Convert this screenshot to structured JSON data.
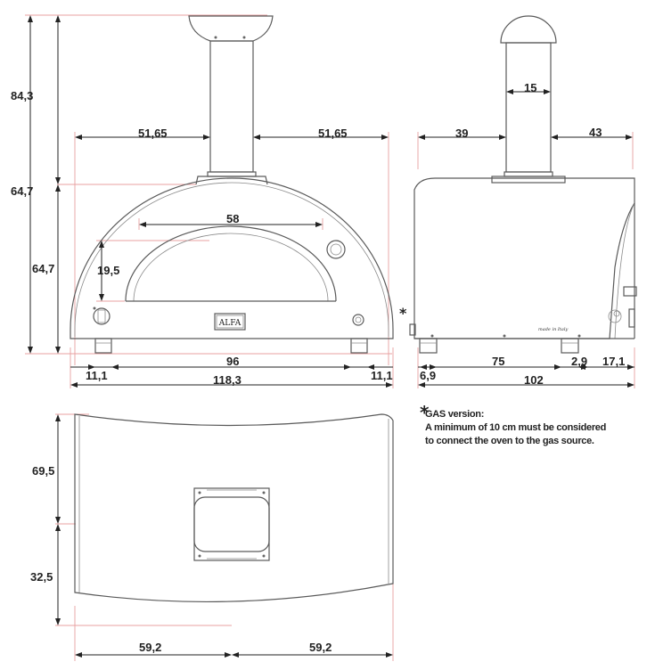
{
  "front_view": {
    "dims": {
      "total_height_a": "84,3",
      "total_height_b": "64,7",
      "chimney_height": "64,7",
      "half_width_left": "51,65",
      "half_width_right": "51,65",
      "mouth_width": "58",
      "mouth_height": "19,5",
      "foot_span": "96",
      "foot_offset_left": "11,1",
      "foot_offset_right": "11,1",
      "total_width": "118,3"
    },
    "logo_text": "ALFA"
  },
  "side_view": {
    "dims": {
      "chimney_width": "15",
      "front_to_chimney": "39",
      "chimney_to_back": "43",
      "foot_front": "6,9",
      "foot_span": "75",
      "foot_gap": "2,9",
      "rear_overhang": "17,1",
      "total_depth": "102"
    },
    "made_in_text": "made in Italy",
    "gas_marker": "*"
  },
  "top_view": {
    "dims": {
      "depth_front": "69,5",
      "depth_back": "32,5",
      "half_width_left": "59,2",
      "half_width_right": "59,2"
    }
  },
  "gas_note": {
    "star": "*",
    "title": "GAS version:",
    "line1": "A minimum of 10 cm must be considered",
    "line2": "to connect the oven to the gas source."
  }
}
